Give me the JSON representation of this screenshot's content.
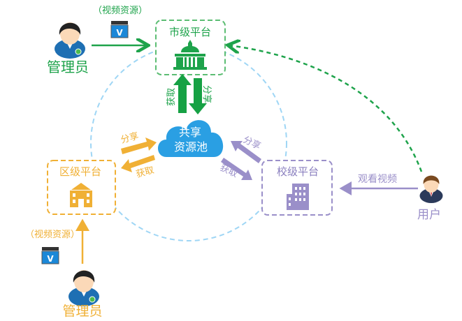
{
  "colors": {
    "city": "#1ea34b",
    "district": "#f0b035",
    "school": "#9a8fc9",
    "pool": "#2a9fe3",
    "circle": "#9fd6f5"
  },
  "city_platform": {
    "label": "市级平台",
    "icon": "government-building-icon"
  },
  "district_platform": {
    "label": "区级平台",
    "icon": "school-building-icon"
  },
  "school_platform": {
    "label": "校级平台",
    "icon": "office-building-icon"
  },
  "pool": {
    "line1": "共享",
    "line2": "资源池",
    "icon": "cloud-icon"
  },
  "city_admin": {
    "label": "管理员",
    "resource_label": "（视频资源）"
  },
  "district_admin": {
    "label": "管理员",
    "resource_label": "（视频资源）"
  },
  "user": {
    "label": "用户",
    "action_label": "观看视频"
  },
  "flows": {
    "city_get": "获取",
    "city_share": "分享",
    "district_share": "分享",
    "district_get": "获取",
    "school_share": "分享",
    "school_get": "获取"
  }
}
